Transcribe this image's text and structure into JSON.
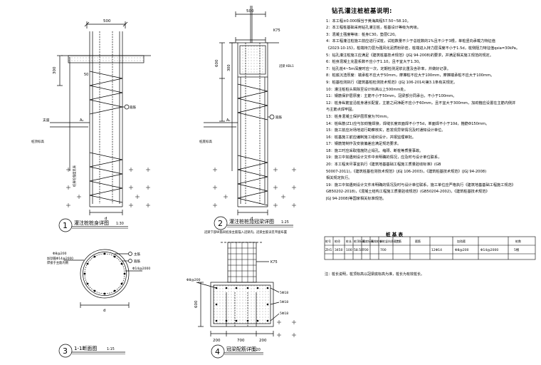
{
  "detail1": {
    "number": "1",
    "title": "灌注桩桩身详图",
    "scale": "1:30",
    "dim_top": "500",
    "dim_side": "300",
    "dim_mid": "50",
    "label_support": "支座",
    "label_area": "A₀",
    "label_pile_top": "桩顶标高",
    "label_pile_bottom": "桩底标高",
    "label_bar": "箍筋",
    "label_d": "d",
    "label_side_note": "桩身砼强度见表"
  },
  "detail2": {
    "number": "2",
    "title": "灌注桩桩加冠梁详图",
    "scale": "1:25",
    "subtitle": "冠梁下部纵筋同桩身主筋锚入冠梁内，冠梁主筋详见平面布置",
    "dim_top": "500",
    "dim_h": "600",
    "dim_side": "300",
    "label_rebar": "K75",
    "label_beam": "冠梁 KBL1",
    "label_d": "d",
    "label_area": "A₀",
    "label_bar": "箍筋",
    "label_pile_bottom": "桩底标高"
  },
  "detail3": {
    "number": "3",
    "title": "1-1断面图",
    "scale": "1:15",
    "label_spiral": "Φ8@200",
    "label_ring": "加劲箍Φ14@2000",
    "label_ring2": "焊接于主筋内侧",
    "label_main": "主筋",
    "label_stirrup": "箍筋",
    "label_d": "d",
    "label_right": "Φ14@2000"
  },
  "detail4": {
    "number": "4",
    "title": "冠梁配筋详图",
    "scale": "1:20",
    "label_top_bar": "K75",
    "label_stirrup": "Φ8@200",
    "label_side1": "5Φ18",
    "label_side2": "5Φ18",
    "label_side3": "5Φ18",
    "dim_h": "600",
    "dim_200a": "200",
    "dim_mid": "700",
    "dim_200b": "200"
  },
  "notes": {
    "title": "钻孔灌注桩桩基说明:",
    "lines": [
      "1：本工程±0.000相当于黄海高程57.50~58.10。",
      "2：本工程桩基础采用钻孔灌注桩，桩基设计等级为丙级。",
      "3：混凝土强度等级：桩身C30，垫层C20。",
      "4：本工程灌注桩施工前应进行试桩，试桩数量不少于总桩数的1%且不少于3根，单桩竖向承载力特征值",
      "   《2023-10-15》，桩端持力层为强风化泥质粉砂岩，桩端进入持力层深度不小于1.5d，桩侧阻力特征值qsia=30kPa。",
      "5：钻孔灌注桩施工应满足《建筑桩基技术规范》(JGJ 94-2008)的要求，并满足相关施工规范的规定。",
      "6：桩身混凝土充盈系数不应小于1.10，且不宜大于1.30。",
      "7：钻孔桩4~5m深度时应一次，定期检测泥浆比重及含砂率，并做好记录。",
      "8：桩底沉渣厚度：端承桩不应大于50mm，摩擦桩不应大于100mm，摩擦端承桩不应大于100mm。",
      "9：桩基检测执行《建筑基桩检测技术规范》(JGJ 106-2014)第3.1条有关规定。",
      "10：灌注桩桩头凿除至设计标高以上500mm处。",
      "11：钢筋保护层厚度：主筋不小于50mm，冠梁部分同承台，不小于100mm。",
      "12：桩身纵筋宜沿桩身通长配置，主筋之间净距不应小于60mm，且不宜大于300mm，加劲箍应设置在主筋内侧并",
      "    与主筋点焊牢固。",
      "13：桩身混凝土保护层厚度为70mm。",
      "14：桩纵筋(Z1)应与加劲箍焊接，焊缝长度双面焊不小于5d，单面焊不小于10d，箍筋Φ150mm。",
      "15：施工前应对场地进行勘察核实，若发现异常情况及时通知设计单位。",
      "16：桩基施工前应编制施工组织设计，并报监理审批。",
      "17：钢筋笼制作及安装偏差应满足规范要求。",
      "18：施工时应采取措施防止塌孔、缩颈、断桩等质量事故。",
      "19：施工中如遇到设计文件中未明确的情况，应及时与设计单位联系，",
      "20：本工程未尽事宜执行《建筑地基基础工程施工质量验收标准》(GB",
      "50007-2011)，《建筑桩基检测技术规范》(JGJ 106-2003)，《建筑桩基技术规范》(JGJ 94-2008)",
      "    相关规定执行。",
      "19：施工中如遇到设计文件未明确的情况及时与设计单位联系，施工单位应严格执行《建筑地基基础工程施工规范》",
      "    GB50202-2018)，《混凝土结构工程施工质量验收规范》(GB50204-2002)，《建筑桩基技术规范》",
      "JGJ 94-2008)等国家相关标准规范。"
    ]
  },
  "table": {
    "title": "桩 基 表",
    "headers": [
      "桩号",
      "桩径",
      "桩长",
      "桩顶标高",
      "桩底标高",
      "有效桩长",
      "单桩竖向承载力",
      "主筋",
      "箍筋",
      "加劲箍",
      "桩数"
    ],
    "row": [
      "ZH1",
      "3450",
      "100",
      "58.50",
      "700",
      "",
      "700",
      "",
      "12Φ14",
      "Φ8@200",
      "Φ14@2000",
      "5根"
    ],
    "note": "注：桩长说明，桩顶标高以冠梁底标高为准，桩长为有效桩长。"
  }
}
